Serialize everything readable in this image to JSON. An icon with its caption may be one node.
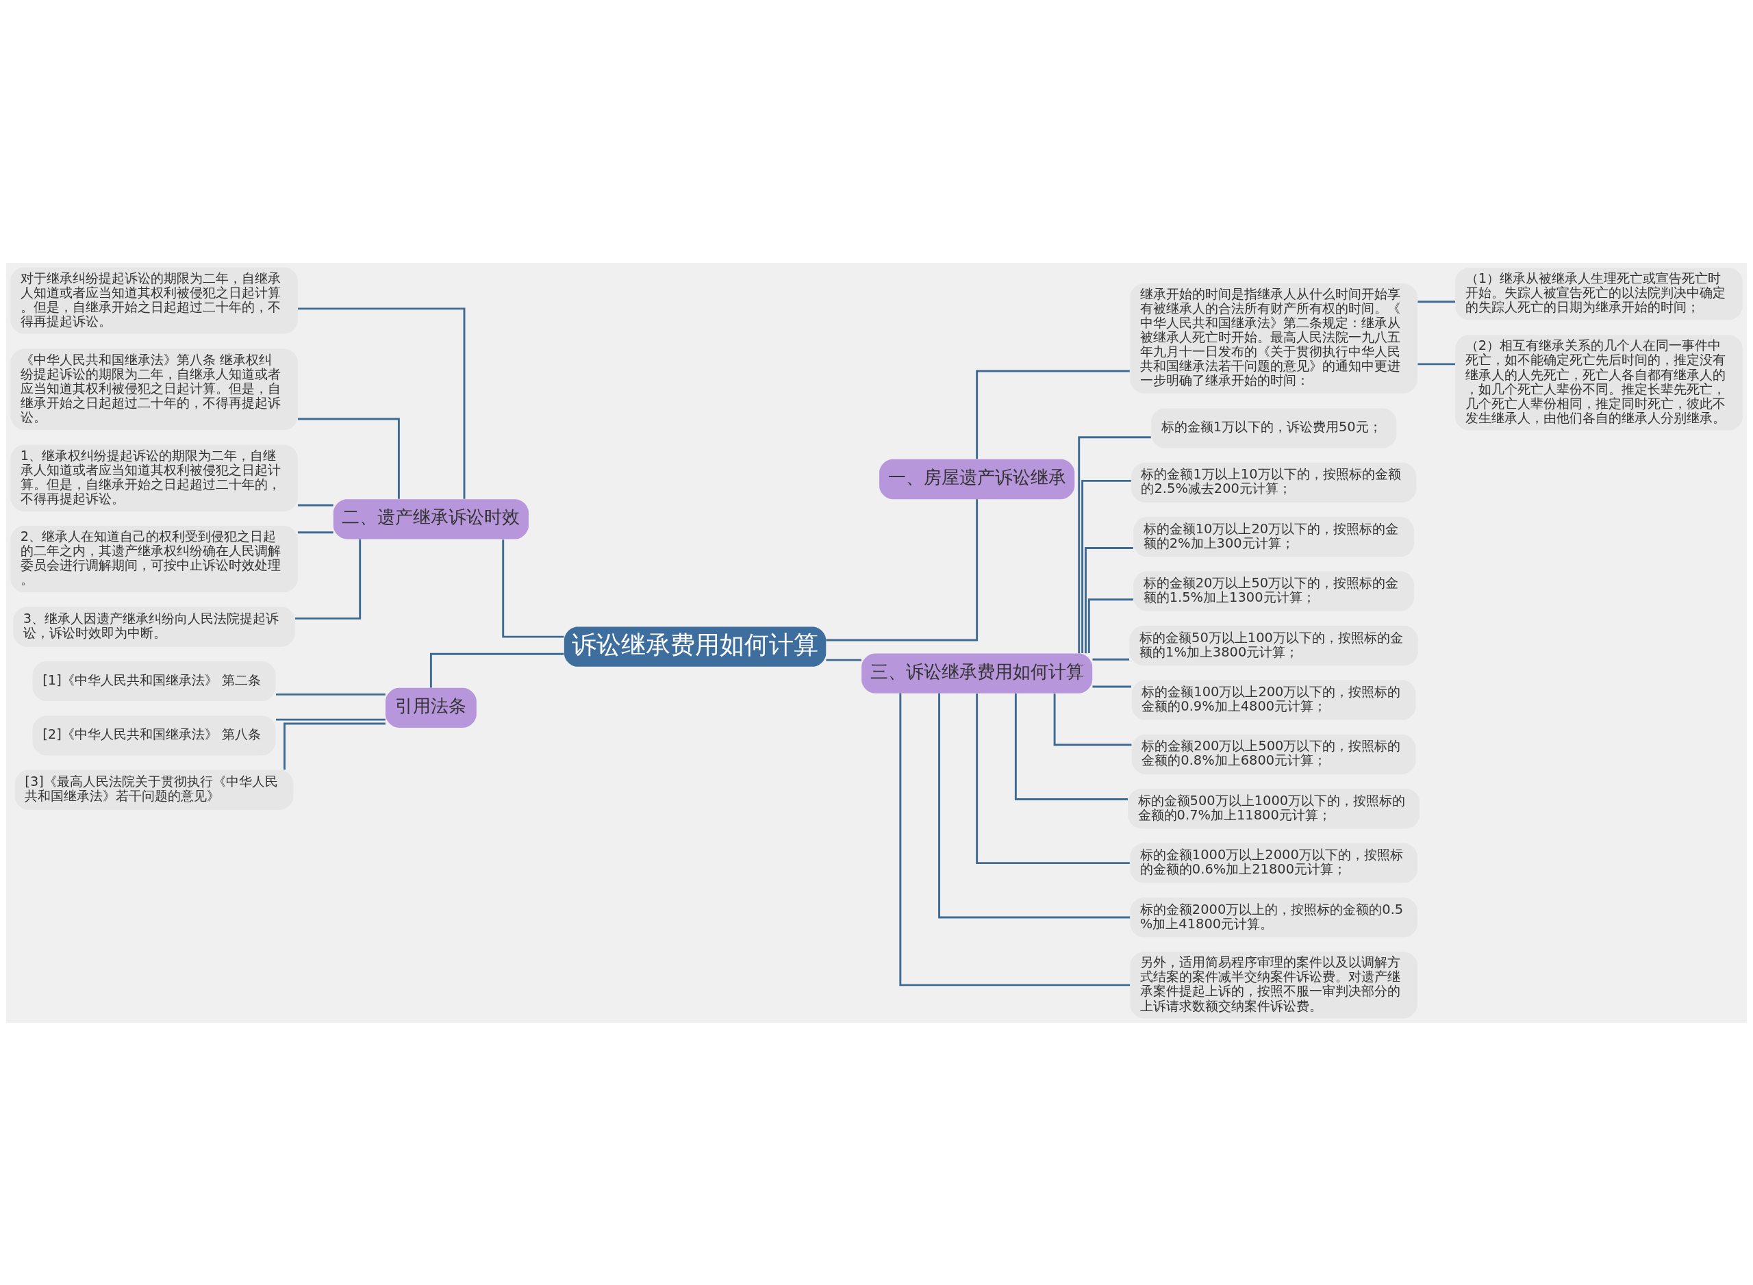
{
  "diagram": {
    "nodes": [
      {
        "text": [
          "诉讼继承费用如何计算"
        ]
      },
      {
        "text": [
          "一、房屋遗产诉讼继承"
        ]
      },
      {
        "text": [
          "继承开始的时间是指继承人从什么时间开始享有被继承人的合法所有财产所有权的时间。《中华人民共和国继承法》第二条规定：继承从被继承人死亡时开始。最高人民法院一九八五年九月十一日发布的《关于贯彻执行中华人民共和国继承法若干问题的意见》的通知中更进一步明确了继承开始的时间："
        ]
      },
      {
        "text": [
          "（1）继承从被继承人生理死亡或宣告死亡时开始。失踪人被宣告死亡的以法院判决中确定的失踪人死亡的日期为继承开始的时间；"
        ]
      },
      {
        "text": [
          "（2）相互有继承关系的几个人在同一事件中死亡，如不能确定死亡先后时间的，推定没有继承人的人先死亡，死亡人各自都有继承人的，如几个死亡人辈份不同。推定长辈先死亡，几个死亡人辈份相同，推定同时死亡，彼此不发生继承人，由他们各自的继承人分别继承。"
        ]
      },
      {
        "text": [
          "二、遗产继承诉讼时效"
        ]
      },
      {
        "text": [
          "对于继承纠纷提起诉讼的期限为二年，自继承人知道或者应当知道其权利被侵犯之日起计算。但是，自继承开始之日起超过二十年的，不得再提起诉讼。"
        ]
      },
      {
        "text": [
          "《中华人民共和国继承法》第八条 继承权纠纷提起诉讼的期限为二年，自继承人知道或者应当知道其权利被侵犯之日起计算。但是，自继承开始之日起超过二十年的，不得再提起诉讼。"
        ]
      },
      {
        "text": [
          "1、继承权纠纷提起诉讼的期限为二年，自继承人知道或者应当知道其权利被侵犯之日起计算。但是，自继承开始之日起超过二十年的，不得再提起诉讼。"
        ]
      },
      {
        "text": [
          "2、继承人在知道自己的权利受到侵犯之日起的二年之内，其遗产继承权纠纷确在人民调解委员会进行调解期间，可按中止诉讼时效处理。"
        ]
      },
      {
        "text": [
          "3、继承人因遗产继承纠纷向人民法院提起诉讼，诉讼时效即为中断。"
        ]
      },
      {
        "text": [
          "引用法条"
        ]
      },
      {
        "text": [
          "[1]《中华人民共和国继承法》 第二条"
        ]
      },
      {
        "text": [
          "[2]《中华人民共和国继承法》 第八条"
        ]
      },
      {
        "text": [
          "[3]《最高人民法院关于贯彻执行《中华人民共和国继承法》若干问题的意见》"
        ]
      },
      {
        "text": [
          "三、诉讼继承费用如何计算"
        ]
      },
      {
        "text": [
          "标的金额1万以下的，诉讼费用50元；"
        ]
      },
      {
        "text": [
          "标的金额1万以上10万以下的，按照标的金额的2.5%减去200元计算；"
        ]
      },
      {
        "text": [
          "标的金额10万以上20万以下的，按照标的金额的2%加上300元计算；"
        ]
      },
      {
        "text": [
          "标的金额20万以上50万以下的，按照标的金额的1.5%加上1300元计算；"
        ]
      },
      {
        "text": [
          "标的金额50万以上100万以下的，按照标的金额的1%加上3800元计算；"
        ]
      },
      {
        "text": [
          "标的金额100万以上200万以下的，按照标的金额的0.9%加上4800元计算；"
        ]
      },
      {
        "text": [
          "标的金额200万以上500万以下的，按照标的金额的0.8%加上6800元计算；"
        ]
      },
      {
        "text": [
          "标的金额500万以上1000万以下的，按照标的金额的0.7%加上11800元计算；"
        ]
      },
      {
        "text": [
          "标的金额1000万以上2000万以下的，按照标的金额的0.6%加上21800元计算；"
        ]
      },
      {
        "text": [
          "标的金额2000万以上的，按照标的金额的0.5%加上41800元计算。"
        ]
      },
      {
        "text": [
          "另外，适用简易程序审理的案件以及以调解方式结案的案件减半交纳案件诉讼费。对遗产继承案件提起上诉的，按照不服一审判决部分的上诉请求数额交纳案件诉讼费。"
        ]
      }
    ],
    "edges": [
      {
        "from": 0,
        "to": 1,
        "arrow": "none"
      },
      {
        "from": 1,
        "to": 2,
        "arrow": "none"
      },
      {
        "from": 2,
        "to": 3,
        "arrow": "none"
      },
      {
        "from": 2,
        "to": 4,
        "arrow": "none"
      },
      {
        "from": 0,
        "to": 5,
        "arrow": "none"
      },
      {
        "from": 5,
        "to": 6,
        "arrow": "none"
      },
      {
        "from": 5,
        "to": 7,
        "arrow": "none"
      },
      {
        "from": 5,
        "to": 8,
        "arrow": "none"
      },
      {
        "from": 5,
        "to": 9,
        "arrow": "none"
      },
      {
        "from": 5,
        "to": 10,
        "arrow": "none"
      },
      {
        "from": 0,
        "to": 11,
        "arrow": "none"
      },
      {
        "from": 11,
        "to": 12,
        "arrow": "none"
      },
      {
        "from": 11,
        "to": 13,
        "arrow": "none"
      },
      {
        "from": 11,
        "to": 14,
        "arrow": "none"
      },
      {
        "from": 0,
        "to": 15,
        "arrow": "none"
      },
      {
        "from": 15,
        "to": 16,
        "arrow": "none"
      },
      {
        "from": 15,
        "to": 17,
        "arrow": "none"
      },
      {
        "from": 15,
        "to": 18,
        "arrow": "none"
      },
      {
        "from": 15,
        "to": 19,
        "arrow": "none"
      },
      {
        "from": 15,
        "to": 20,
        "arrow": "none"
      },
      {
        "from": 15,
        "to": 21,
        "arrow": "none"
      },
      {
        "from": 15,
        "to": 22,
        "arrow": "none"
      },
      {
        "from": 15,
        "to": 23,
        "arrow": "none"
      },
      {
        "from": 15,
        "to": 24,
        "arrow": "none"
      },
      {
        "from": 15,
        "to": 25,
        "arrow": "none"
      },
      {
        "from": 15,
        "to": 26,
        "arrow": "none"
      }
    ]
  }
}
